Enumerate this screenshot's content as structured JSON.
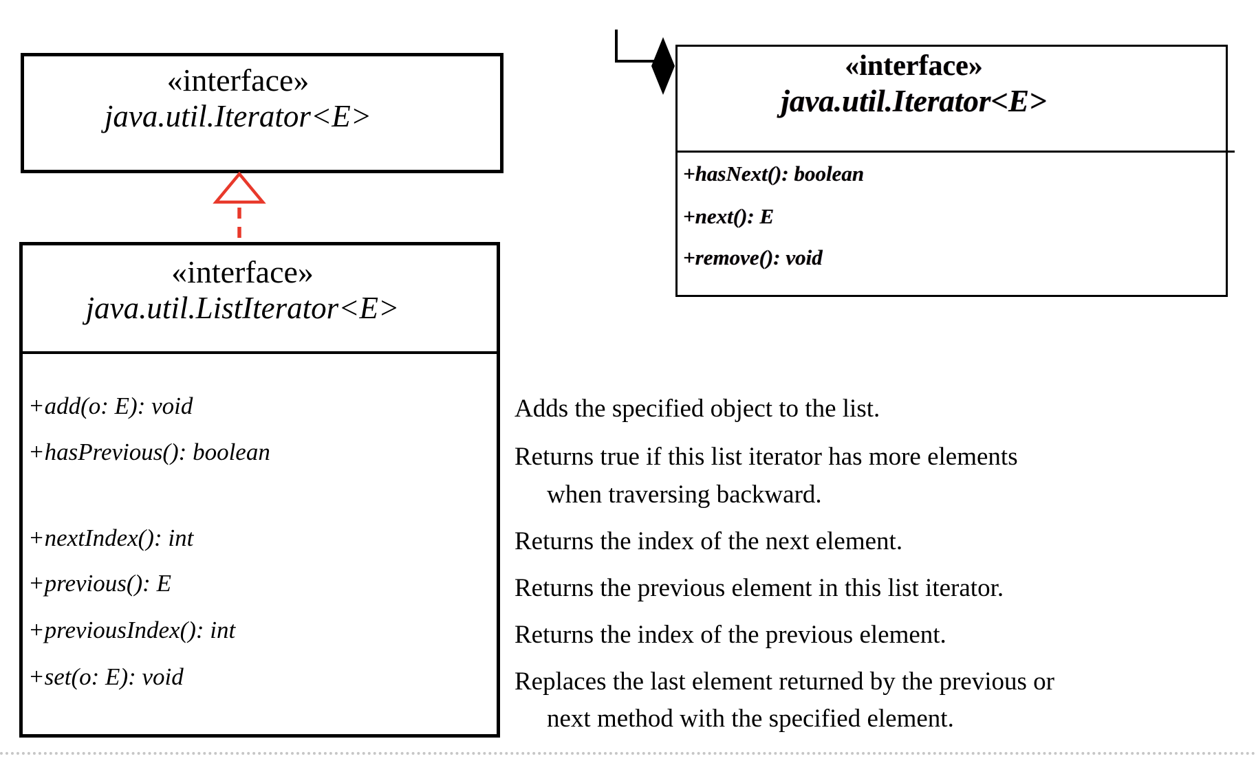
{
  "diagram": {
    "colors": {
      "realization_arrow": "#e8392b",
      "line": "#000000"
    },
    "iterator_box_left": {
      "stereotype": "«interface»",
      "name": "java.util.Iterator<E>"
    },
    "listiterator_box": {
      "stereotype": "«interface»",
      "name": "java.util.ListIterator<E>",
      "methods": [
        "+add(o: E): void",
        "+hasPrevious(): boolean",
        "+nextIndex(): int",
        "+previous(): E",
        "+previousIndex(): int",
        "+set(o: E): void"
      ]
    },
    "iterator_box_right": {
      "stereotype": "«interface»",
      "name": "java.util.Iterator<E>",
      "methods": [
        "+hasNext(): boolean",
        "+next(): E",
        "+remove(): void"
      ]
    },
    "descriptions": [
      {
        "line1": "Adds the specified object to the list.",
        "line2": ""
      },
      {
        "line1": "Returns true if this list iterator has more elements",
        "line2": "when traversing backward."
      },
      {
        "line1": "Returns the index of the next element.",
        "line2": ""
      },
      {
        "line1": "Returns the previous element in this list iterator.",
        "line2": ""
      },
      {
        "line1": "Returns the index of the previous element.",
        "line2": ""
      },
      {
        "line1": "Replaces the last element returned by the previous or",
        "line2": "next method with the specified element."
      }
    ]
  }
}
